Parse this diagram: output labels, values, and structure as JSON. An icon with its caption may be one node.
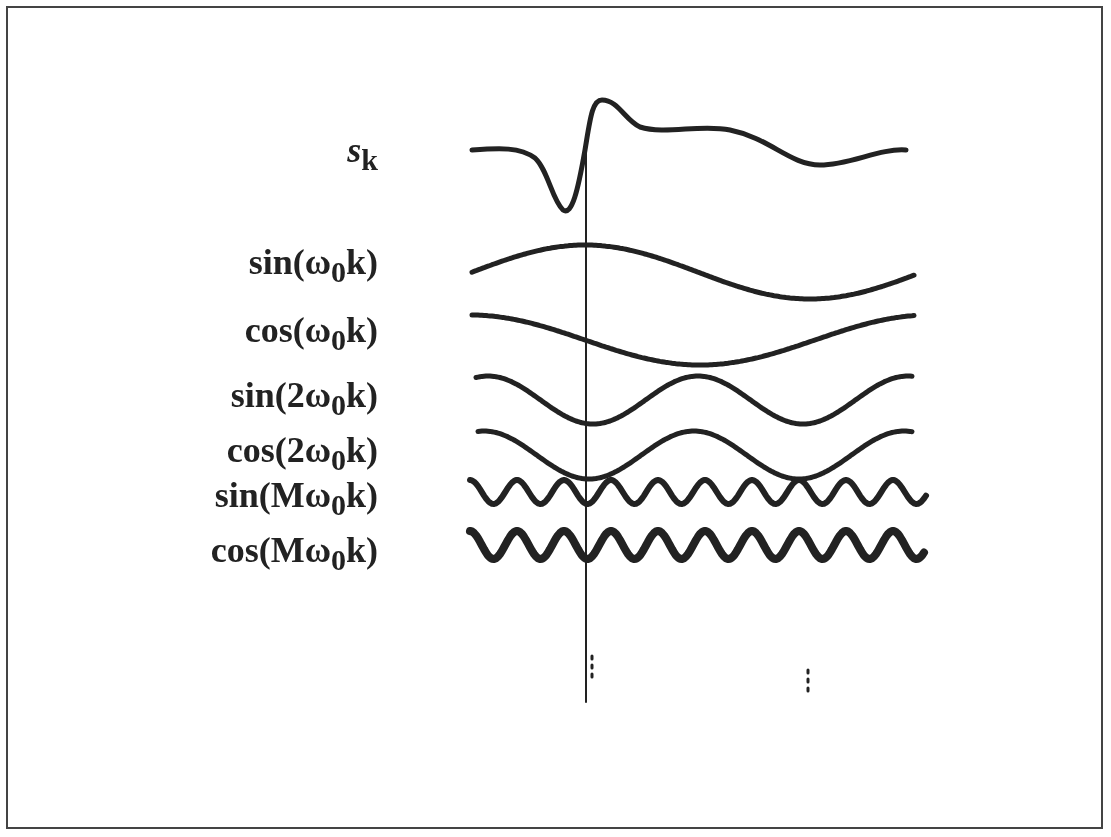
{
  "diagram": {
    "labels": [
      "*s*$_{k}$",
      "sin(ω$_{0}$k)",
      "cos(ω$_{0}$k)",
      "sin(2ω$_{0}$k)",
      "cos(2ω$_{0}$k)",
      "sin(Mω$_{0}$k)",
      "cos(Mω$_{0}$k)"
    ]
  }
}
